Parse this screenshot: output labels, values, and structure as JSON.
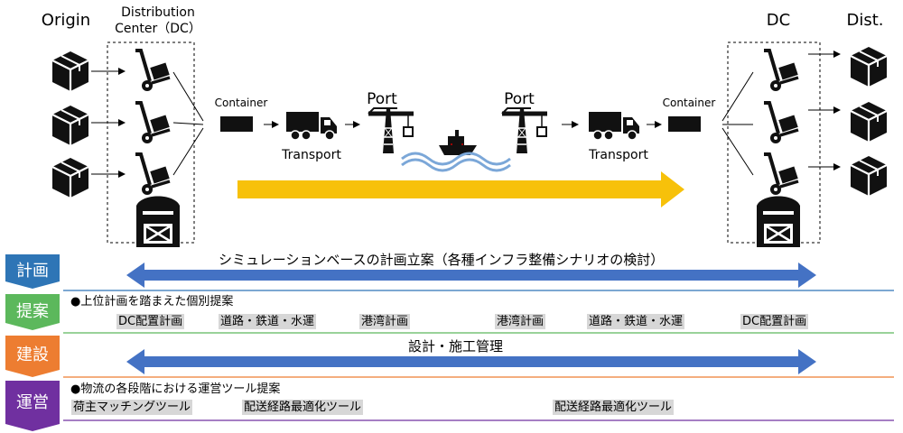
{
  "header": {
    "origin": "Origin",
    "distribution_center_line1": "Distribution",
    "distribution_center_line2": "Center（DC）",
    "dc": "DC",
    "dist": "Dist."
  },
  "flow": {
    "container_left": "Container",
    "container_right": "Container",
    "port_left": "Port",
    "port_right": "Port",
    "transport_left": "Transport",
    "transport_right": "Transport"
  },
  "phases": [
    {
      "label": "計画",
      "color": "#2e75b6"
    },
    {
      "label": "提案",
      "color": "#5cb85c"
    },
    {
      "label": "建設",
      "color": "#ed7d31"
    },
    {
      "label": "運営",
      "color": "#7030a0"
    }
  ],
  "rows": {
    "plan_arrow_text": "シミュレーションベースの計画立案（各種インフラ整備シナリオの検討）",
    "proposal_note": "●上位計画を踏まえた個別提案",
    "proposal_chips": [
      "DC配置計画",
      "道路・鉄道・水運",
      "港湾計画",
      "港湾計画",
      "道路・鉄道・水運",
      "DC配置計画"
    ],
    "construction_arrow_text": "設計・施工管理",
    "operation_note": "●物流の各段階における運営ツール提案",
    "operation_chips": [
      "荷主マッチングツール",
      "配送経路最適化ツール",
      "配送経路最適化ツール"
    ]
  },
  "colors": {
    "big_arrow": "#f7c10a",
    "double_arrow": "#4472c4",
    "plan_line": "#2e75b6",
    "proposal_line": "#5cb85c",
    "construction_line": "#ed7d31",
    "operation_line": "#7030a0",
    "water": "#7ba7d8"
  },
  "icons": [
    "box-icon",
    "hand-truck-icon",
    "barn-icon",
    "container-icon",
    "truck-icon",
    "crane-icon",
    "ship-icon"
  ]
}
